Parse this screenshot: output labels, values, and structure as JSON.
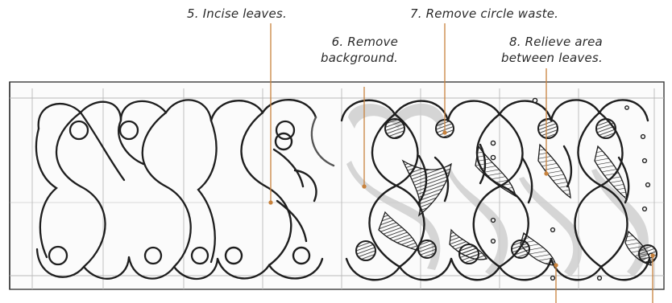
{
  "annotations": [
    {
      "id": "step-5",
      "lines": [
        "5. Incise leaves."
      ]
    },
    {
      "id": "step-6",
      "lines": [
        "6. Remove",
        "background."
      ]
    },
    {
      "id": "step-7",
      "lines": [
        "7. Remove circle waste."
      ]
    },
    {
      "id": "step-8",
      "lines": [
        "8. Relieve area",
        "between leaves."
      ]
    }
  ],
  "colors": {
    "leader": "#c8823d",
    "ink": "#1e1e1e",
    "shadow": "#c9c9c9",
    "paper": "#fbfbfb",
    "guide": "#b9b9b9"
  }
}
